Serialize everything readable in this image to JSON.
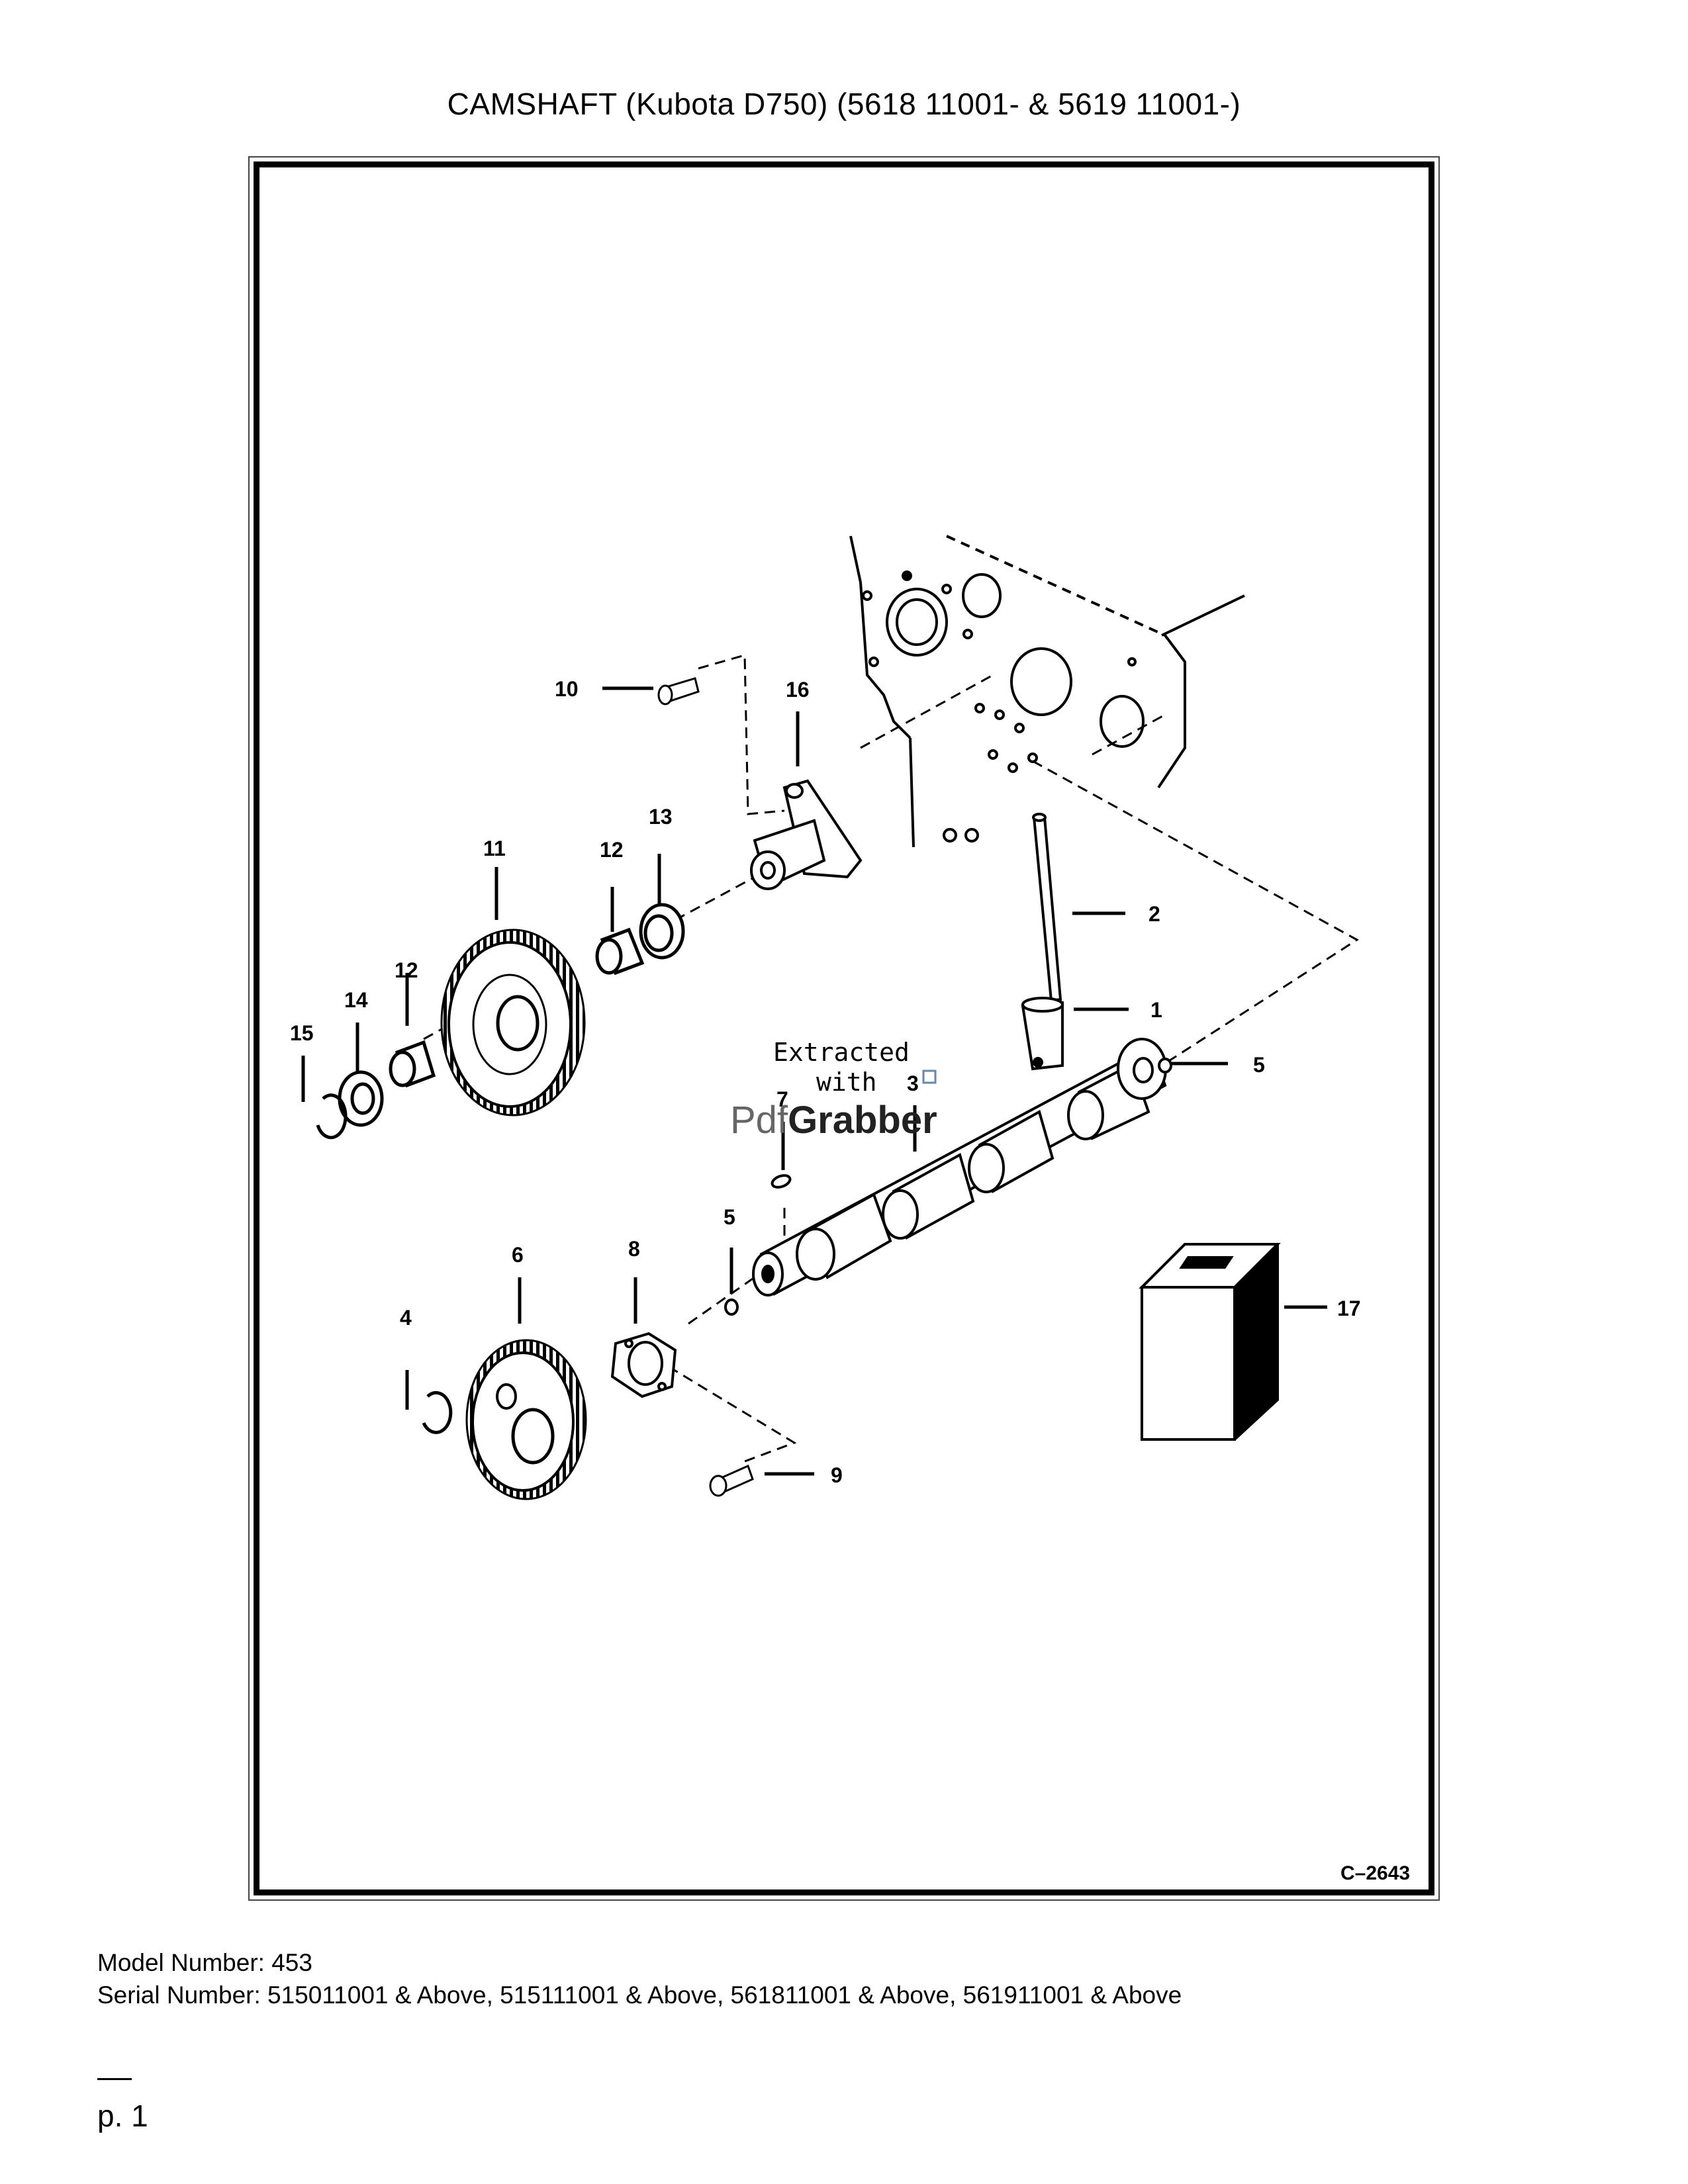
{
  "page": {
    "title": "CAMSHAFT (Kubota D750) (5618 11001- & 5619 11001-)",
    "figure_code": "C–2643",
    "model_number": "Model Number: 453",
    "serial_number": "Serial Number: 515011001 & Above, 515111001 & Above, 561811001 & Above, 561911001 & Above",
    "page_number": "p. 1"
  },
  "watermark": {
    "line1": "Extracted",
    "line2": "with",
    "brand_prefix": "Pdf",
    "brand_name": "Grabber"
  },
  "callouts": [
    "1",
    "2",
    "3",
    "4",
    "5",
    "5",
    "6",
    "7",
    "8",
    "9",
    "10",
    "11",
    "12",
    "12",
    "13",
    "14",
    "15",
    "16",
    "17"
  ]
}
